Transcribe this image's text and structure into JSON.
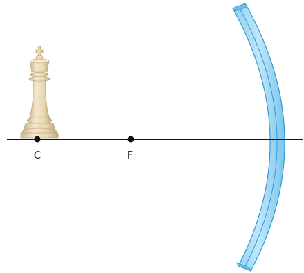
{
  "labels": {
    "center_of_curvature": "C",
    "focal_point": "F"
  },
  "object": {
    "icon": "chess-king-icon",
    "color": "#eedcba"
  },
  "mirror": {
    "type": "concave-mirror",
    "color": "#a9ddf6",
    "edge_color": "#2f98d6"
  },
  "axis": {
    "color": "#111111"
  }
}
